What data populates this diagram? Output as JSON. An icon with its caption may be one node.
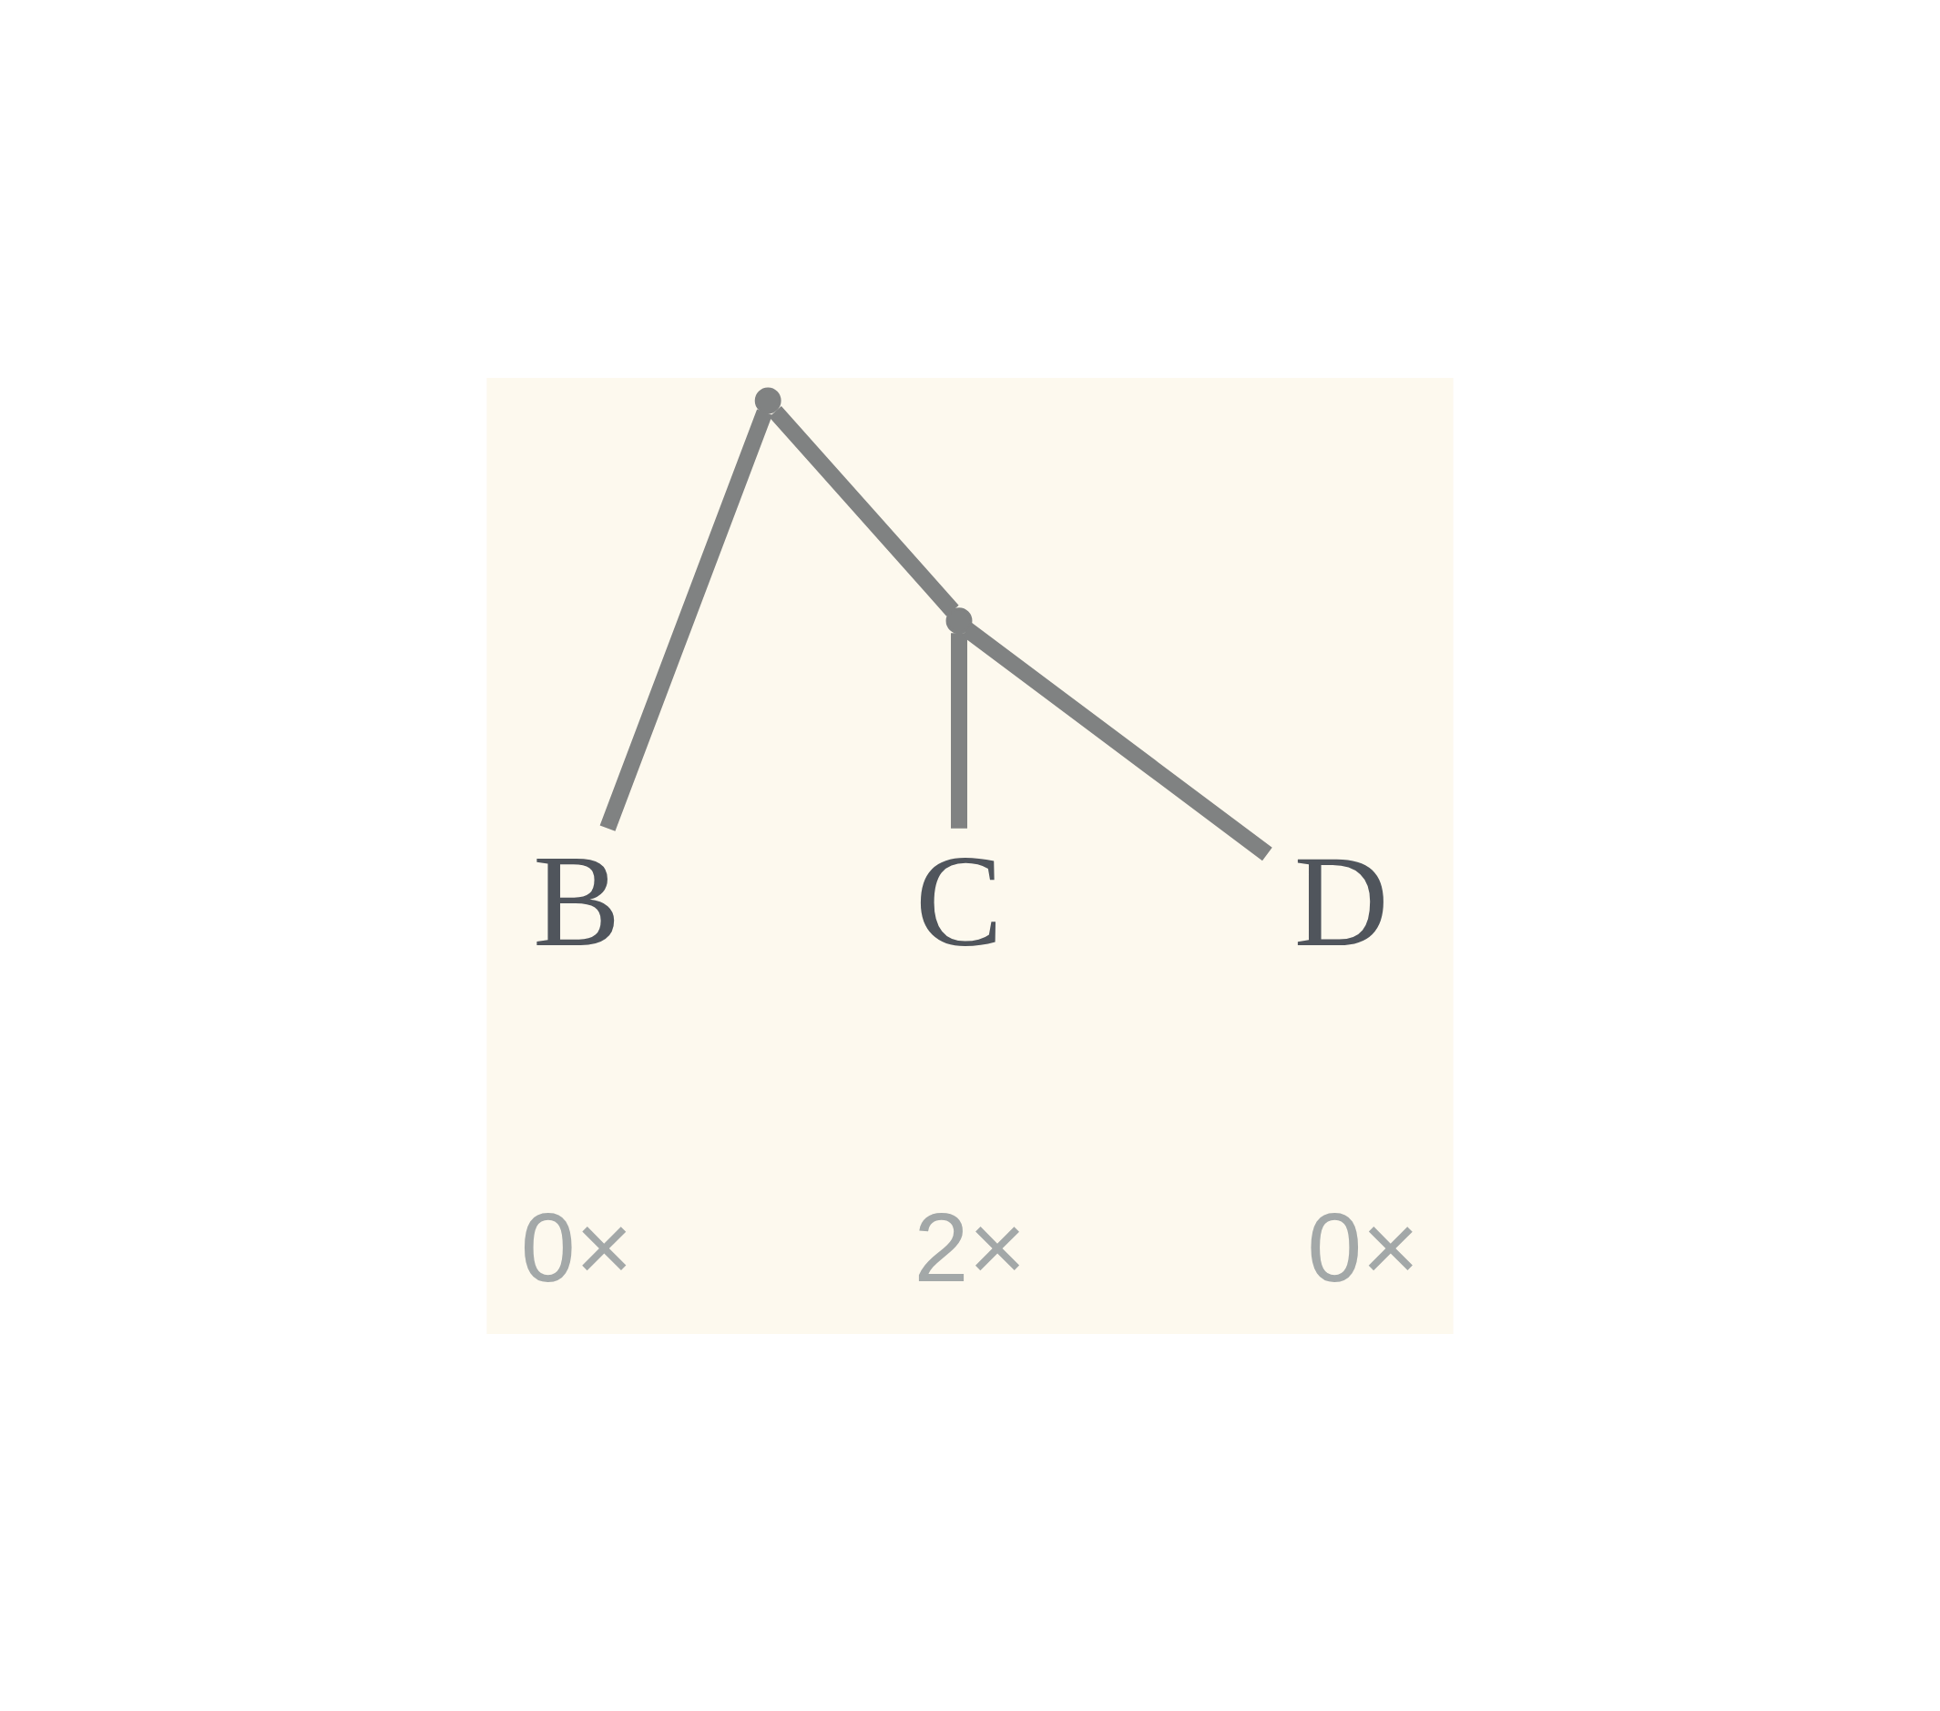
{
  "diagram": {
    "nodes": [
      {
        "text": [],
        "shape": "point"
      },
      {
        "text": [
          "B"
        ]
      },
      {
        "text": [],
        "shape": "point"
      },
      {
        "text": [
          "C"
        ]
      },
      {
        "text": [
          "D"
        ]
      }
    ],
    "edges": [
      {
        "from": 0,
        "to": 1,
        "arrow": "none"
      },
      {
        "from": 0,
        "to": 2,
        "arrow": "none"
      },
      {
        "from": 2,
        "to": 3,
        "arrow": "none"
      },
      {
        "from": 2,
        "to": 4,
        "arrow": "none"
      }
    ],
    "labels": [
      "0×",
      "2×",
      "0×"
    ]
  }
}
